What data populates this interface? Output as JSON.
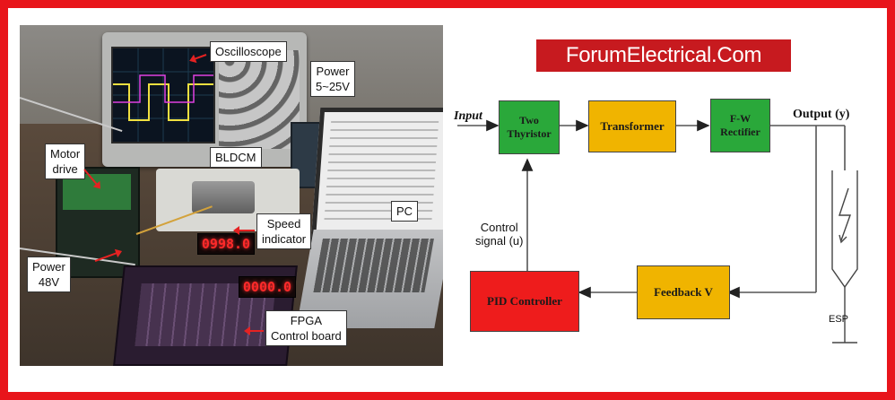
{
  "brand": {
    "text": "ForumElectrical.Com",
    "bg": "#c71a1f"
  },
  "frame": {
    "color": "#e8151b"
  },
  "photo": {
    "labels": {
      "oscilloscope": "Oscilloscope",
      "power_5_25": "Power\n5~25V",
      "motor_drive": "Motor\ndrive",
      "bldcm": "BLDCM",
      "pc": "PC",
      "speed_indicator": "Speed\nindicator",
      "power_48": "Power\n48V",
      "fpga": "FPGA\nControl board"
    },
    "displays": {
      "speed_top": "0998.0",
      "speed_bottom": "0000.0"
    }
  },
  "diagram": {
    "input_label": "Input",
    "output_label": "Output (y)",
    "control_label": "Control\nsignal (u)",
    "esp_label": "ESP",
    "blocks": {
      "two_thyristor": {
        "label": "Two\nThyristor",
        "color": "#2aa83a"
      },
      "transformer": {
        "label": "Transformer",
        "color": "#f0b400"
      },
      "fw_rectifier": {
        "label": "F-W\nRectifier",
        "color": "#2aa83a"
      },
      "feedback": {
        "label": "Feedback V",
        "color": "#f0b400"
      },
      "pid": {
        "label": "PID Controller",
        "color": "#ee1c1c"
      }
    }
  }
}
